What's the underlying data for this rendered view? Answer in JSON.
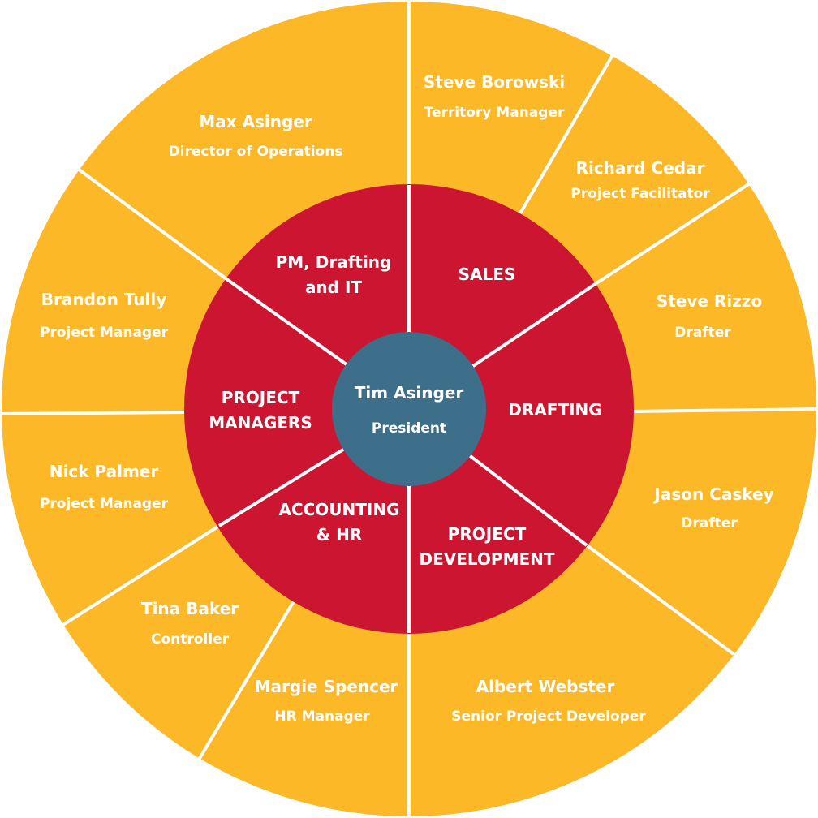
{
  "colors": {
    "outer_ring": "#FDB827",
    "inner_ring": "#CC1531",
    "center": "#3D6F8A",
    "divider": "#FFFFFF",
    "text": "#FFFFFF"
  },
  "center": {
    "name": "Tim Asinger",
    "title": "President"
  },
  "departments": [
    {
      "line1": "PM, Drafting",
      "line2": "and IT"
    },
    {
      "line1": "SALES",
      "line2": ""
    },
    {
      "line1": "DRAFTING",
      "line2": ""
    },
    {
      "line1": "PROJECT",
      "line2": "DEVELOPMENT"
    },
    {
      "line1": "ACCOUNTING",
      "line2": "& HR"
    },
    {
      "line1": "PROJECT",
      "line2": "MANAGERS"
    }
  ],
  "people": [
    {
      "name": "Max Asinger",
      "role": "Director of Operations"
    },
    {
      "name": "Steve Borowski",
      "role": "Territory Manager"
    },
    {
      "name": "Richard Cedar",
      "role": "Project Facilitator"
    },
    {
      "name": "Steve Rizzo",
      "role": "Drafter"
    },
    {
      "name": "Jason Caskey",
      "role": "Drafter"
    },
    {
      "name": "Albert Webster",
      "role": "Senior Project Developer"
    },
    {
      "name": "Margie Spencer",
      "role": "HR Manager"
    },
    {
      "name": "Tina Baker",
      "role": "Controller"
    },
    {
      "name": "Nick Palmer",
      "role": "Project Manager"
    },
    {
      "name": "Brandon Tully",
      "role": "Project Manager"
    }
  ]
}
